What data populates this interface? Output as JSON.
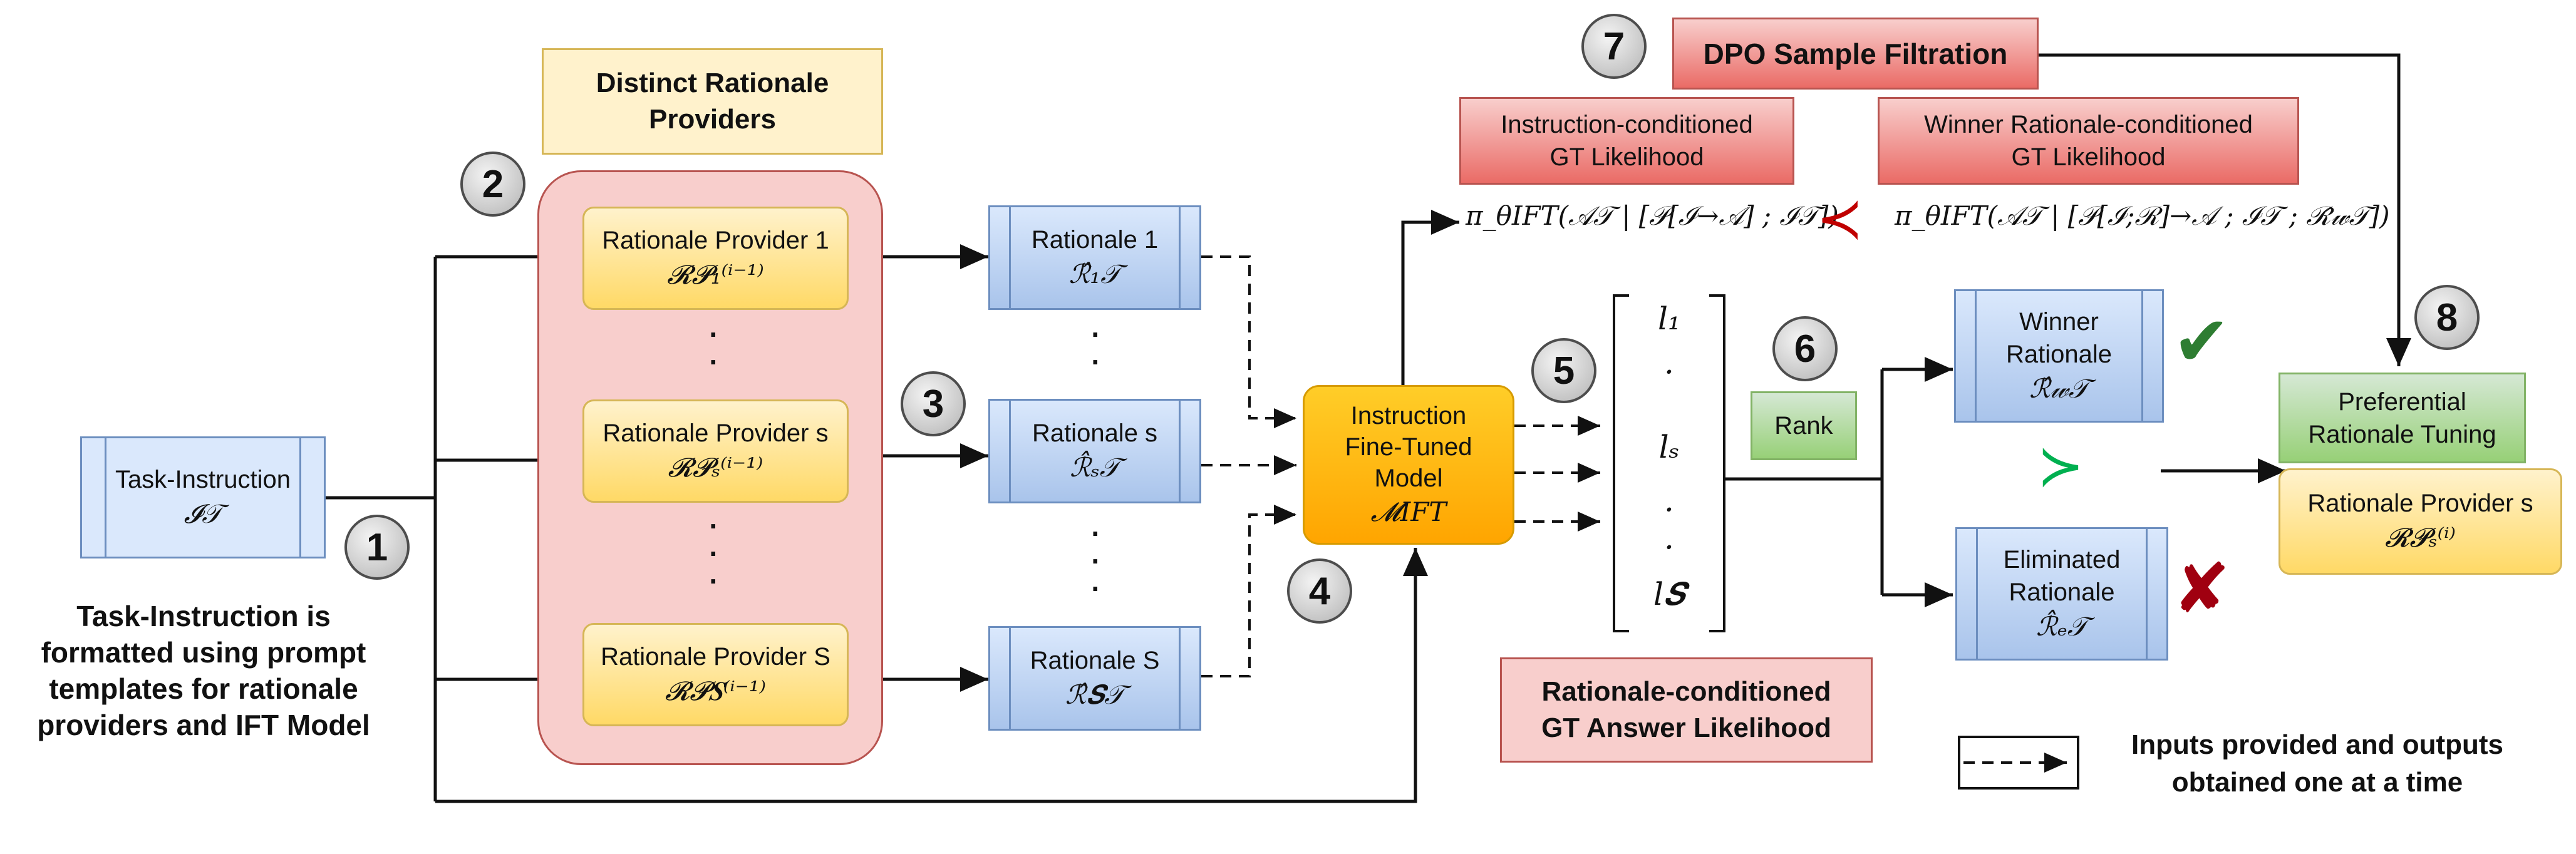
{
  "task_instruction": {
    "label": "Task-Instruction",
    "symbol": "𝓘𝒯"
  },
  "distinct_providers_title": "Distinct Rationale Providers",
  "providers": [
    {
      "label": "Rationale Provider 1",
      "symbol": "𝓡𝓟₁⁽ⁱ⁻¹⁾"
    },
    {
      "label": "Rationale Provider s",
      "symbol": "𝓡𝓟ₛ⁽ⁱ⁻¹⁾"
    },
    {
      "label": "Rationale Provider S",
      "symbol": "𝓡𝓟𝑺⁽ⁱ⁻¹⁾"
    }
  ],
  "rationales": [
    {
      "label": "Rationale 1",
      "symbol": "ℛ̂₁𝒯"
    },
    {
      "label": "Rationale s",
      "symbol": "ℛ̂ₛ𝒯"
    },
    {
      "label": "Rationale S",
      "symbol": "ℛ̂𝑺𝒯"
    }
  ],
  "ift_model": {
    "label_line1": "Instruction",
    "label_line2": "Fine-Tuned",
    "label_line3": "Model",
    "symbol": "𝓜IFT"
  },
  "likelihoods": {
    "items": [
      "l₁",
      "·",
      "lₛ",
      "·",
      "·",
      "l𝑺"
    ]
  },
  "rank_label": "Rank",
  "winner": {
    "label_line1": "Winner",
    "label_line2": "Rationale",
    "symbol": "ℛ̂𝓌𝒯"
  },
  "eliminated": {
    "label_line1": "Eliminated",
    "label_line2": "Rationale",
    "symbol": "ℛ̂ₑ𝒯"
  },
  "preference_symbol": "≻",
  "check_icon": "✔",
  "cross_icon": "✘",
  "dpo_filtration": "DPO Sample Filtration",
  "instr_cond_likelihood": {
    "line1": "Instruction-conditioned",
    "line2": "GT Likelihood"
  },
  "winner_cond_likelihood": {
    "line1": "Winner Rationale-conditioned",
    "line2": "GT Likelihood"
  },
  "formula_left": "π_θIFT(𝒜𝒯 | [𝒫[ℐ→𝒜] ; ℐ𝒯])",
  "formula_right": "π_θIFT(𝒜𝒯 | [𝒫[ℐ;ℛ]→𝒜 ; ℐ𝒯 ; ℛ̂𝓌𝒯])",
  "pref_tuning": {
    "line1": "Preferential",
    "line2": "Rationale Tuning"
  },
  "updated_provider": {
    "label": "Rationale Provider s",
    "symbol": "𝓡𝓟ₛ⁽ⁱ⁾"
  },
  "rationale_cond_gt": {
    "line1": "Rationale-conditioned",
    "line2": "GT Answer Likelihood"
  },
  "task_note": {
    "line1": "Task-Instruction is",
    "line2": "formatted using prompt",
    "line3": "templates for rationale",
    "line4": "providers and IFT Model"
  },
  "legend": {
    "line1": "Inputs provided and outputs",
    "line2": "obtained one at a time"
  },
  "steps": [
    "1",
    "2",
    "3",
    "4",
    "5",
    "6",
    "7",
    "8"
  ],
  "colors": {
    "blue_fill": "#dae8fc",
    "blue_stroke": "#6c8ebf",
    "yellow": "#ffd966",
    "red": "#ea6b66",
    "green": "#97d077",
    "orange": "#ffa500",
    "check": "#2e7d32",
    "cross": "#a00010",
    "pref_green": "#00b050",
    "succ_red": "#c00000"
  }
}
